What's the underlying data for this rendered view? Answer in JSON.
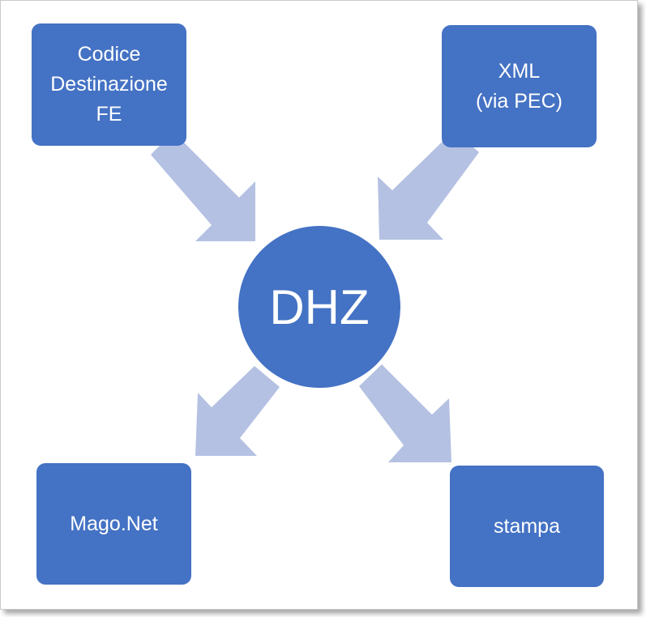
{
  "diagram": {
    "center": {
      "label": "DHZ"
    },
    "inputs": [
      {
        "label": "Codice\nDestinazione\nFE"
      },
      {
        "label": "XML\n(via PEC)"
      }
    ],
    "outputs": [
      {
        "label": "Mago.Net"
      },
      {
        "label": "stampa"
      }
    ],
    "colors": {
      "node_fill": "#4472c4",
      "node_text": "#ffffff",
      "arrow_fill": "#b4c1e2",
      "frame_border": "#c9c9c9"
    }
  }
}
